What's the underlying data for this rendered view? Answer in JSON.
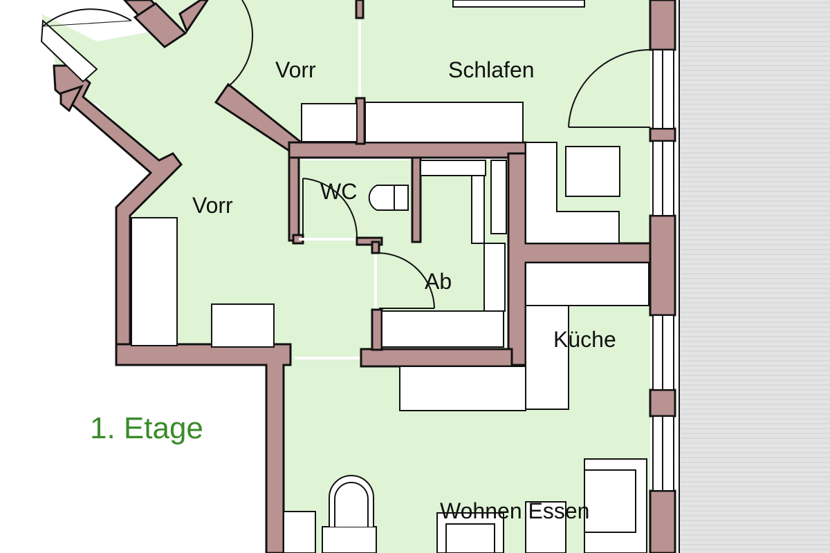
{
  "plan": {
    "floor_label": "1. Etage",
    "rooms": {
      "vorr_top": "Vorr",
      "schlafen": "Schlafen",
      "vorr_left": "Vorr",
      "wc": "WC",
      "ab": "Ab",
      "kueche": "Küche",
      "wohnen_essen": "Wohnen Essen"
    }
  },
  "colors": {
    "floor": "#dff3d5",
    "wall": "#b99292",
    "outline": "#111111",
    "furniture": "#ffffff",
    "floor_label": "#3a8a2a",
    "balcony": "#e2e2e2"
  }
}
